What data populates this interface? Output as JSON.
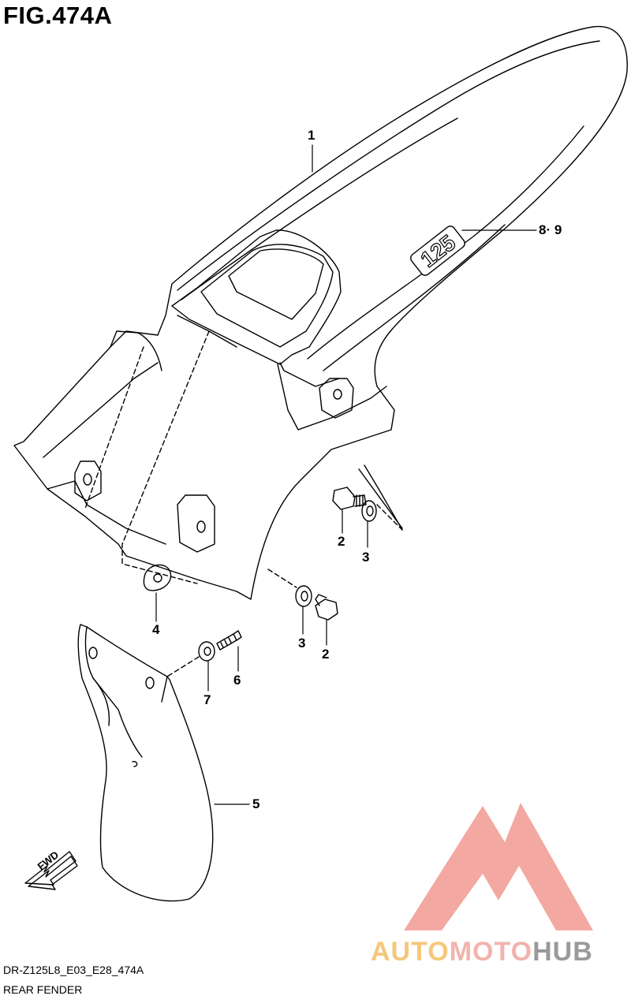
{
  "figure_title": "FIG.474A",
  "callouts": {
    "p1": "1",
    "p89": "8· 9",
    "p2a": "2",
    "p3a": "3",
    "p4": "4",
    "p3b": "3",
    "p2b": "2",
    "p6": "6",
    "p7": "7",
    "p5": "5"
  },
  "decal_text": "125",
  "fwd_label": "FWD",
  "footer": {
    "code": "DR-Z125L8_E03_E28_474A",
    "caption": "REAR FENDER"
  },
  "watermark": {
    "part1": "AUTO",
    "part2": "MOTO",
    "part3": "HUB",
    "colors": {
      "auto": "#f5c77a",
      "moto": "#f2b3ad",
      "hub": "#9a9a9a",
      "mark": "#f08c84"
    }
  }
}
